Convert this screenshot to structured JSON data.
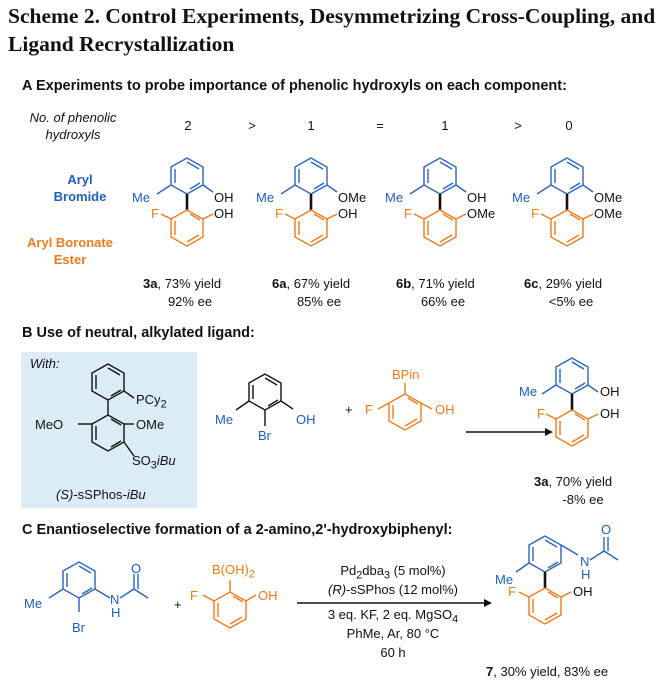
{
  "title": "Scheme 2. Control Experiments, Desymmetrizing Cross-Coupling, and Ligand Recrystallization",
  "sectionA": {
    "heading": "A  Experiments to probe importance of phenolic hydroxyls on each component:",
    "phenolic_label_1": "No. of phenolic",
    "phenolic_label_2": "hydroxyls",
    "counts": [
      "2",
      "1",
      "1",
      "0"
    ],
    "operators": [
      ">",
      "=",
      ">"
    ],
    "aryl_bromide_1": "Aryl",
    "aryl_bromide_2": "Bromide",
    "aryl_boronate_1": "Aryl Boronate",
    "aryl_boronate_2": "Ester",
    "compounds": [
      {
        "top_left": "Me",
        "top_right": "OH",
        "bot_left": "F",
        "bot_right": "OH",
        "id": "3a",
        "yield": ", 73% yield",
        "ee": "92% ee"
      },
      {
        "top_left": "Me",
        "top_right": "OMe",
        "bot_left": "F",
        "bot_right": "OH",
        "id": "6a",
        "yield": ", 67% yield",
        "ee": "85% ee"
      },
      {
        "top_left": "Me",
        "top_right": "OH",
        "bot_left": "F",
        "bot_right": "OMe",
        "id": "6b",
        "yield": ", 71% yield",
        "ee": "66% ee"
      },
      {
        "top_left": "Me",
        "top_right": "OMe",
        "bot_left": "F",
        "bot_right": "OMe",
        "id": "6c",
        "yield": ", 29% yield",
        "ee": "<5% ee"
      }
    ]
  },
  "sectionB": {
    "heading": "B  Use of neutral, alkylated ligand:",
    "with_label": "With:",
    "ligand_pcy2": "PCy",
    "ligand_pcy2_sub": "2",
    "ligand_meo": "MeO",
    "ligand_ome": "OMe",
    "ligand_so3": "SO",
    "ligand_so3_sub": "3",
    "ligand_so3_tail": "iBu",
    "ligand_name_1": "(S)",
    "ligand_name_2": "-sSPhos-",
    "ligand_name_3": "iBu",
    "reactant1_me": "Me",
    "reactant1_oh": "OH",
    "reactant1_br": "Br",
    "plus": "+",
    "reactant2_bpin": "BPin",
    "reactant2_f": "F",
    "reactant2_oh": "OH",
    "product_me": "Me",
    "product_oh1": "OH",
    "product_f": "F",
    "product_oh2": "OH",
    "product_id": "3a",
    "product_yield": ", 70% yield",
    "product_ee": "-8% ee"
  },
  "sectionC": {
    "heading": "C  Enantioselective formation of a 2-amino,2'-hydroxybiphenyl:",
    "r1_me": "Me",
    "r1_o": "O",
    "r1_n": "N",
    "r1_h": "H",
    "r1_br": "Br",
    "plus": "+",
    "r2_boh": "B(OH)",
    "r2_boh_sub": "2",
    "r2_f": "F",
    "r2_oh": "OH",
    "cond1_a": "Pd",
    "cond1_sub1": "2",
    "cond1_b": "dba",
    "cond1_sub2": "3",
    "cond1_c": " (5 mol%)",
    "cond2_a": "(R)",
    "cond2_b": "-sSPhos (12 mol%)",
    "cond3_a": "3 eq. KF, 2 eq. MgSO",
    "cond3_sub": "4",
    "cond4": "PhMe, Ar, 80 °C",
    "cond5": "60 h",
    "p_me": "Me",
    "p_o": "O",
    "p_n": "N",
    "p_h": "H",
    "p_f": "F",
    "p_oh": "OH",
    "p_id": "7",
    "p_result": ", 30% yield, 83% ee"
  },
  "colors": {
    "blue": "#1f5fb8",
    "orange": "#ee7a1e",
    "panel": "#dcecf7",
    "text": "#111111"
  }
}
